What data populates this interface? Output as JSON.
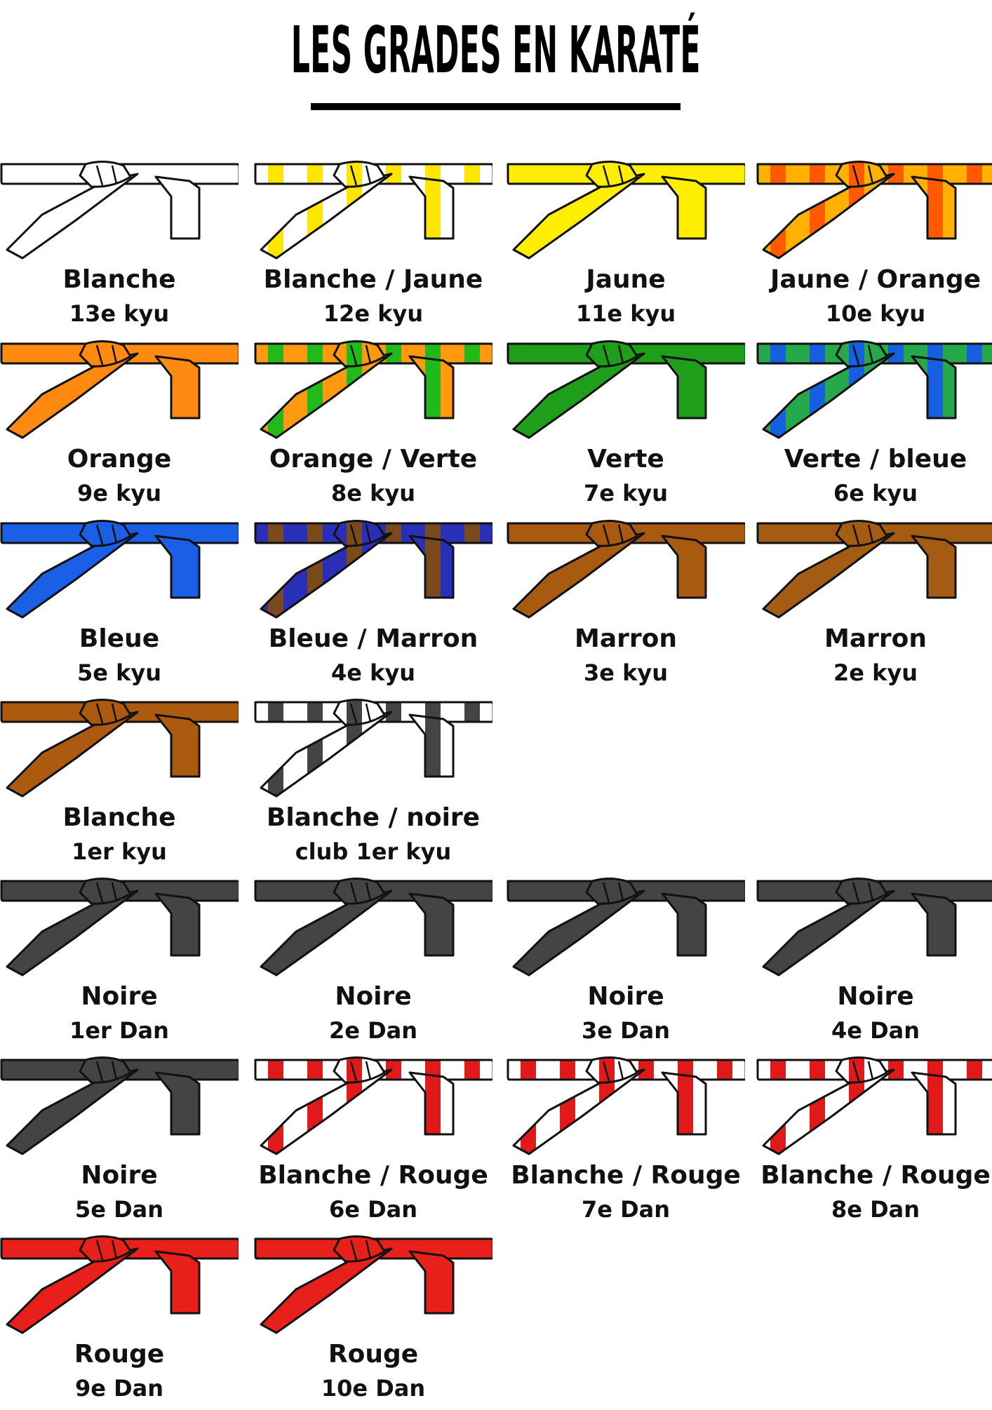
{
  "title": "LES GRADES EN KARATÉ",
  "belts": [
    {
      "name": "Blanche",
      "grade": "13e kyu",
      "colors": [
        "#ffffff"
      ],
      "pattern": "solid"
    },
    {
      "name": "Blanche / Jaune",
      "grade": "12e kyu",
      "colors": [
        "#ffffff",
        "#ffe600"
      ],
      "pattern": "stripes"
    },
    {
      "name": "Jaune",
      "grade": "11e kyu",
      "colors": [
        "#ffee00"
      ],
      "pattern": "solid"
    },
    {
      "name": "Jaune / Orange",
      "grade": "10e kyu",
      "colors": [
        "#ffb000",
        "#ff5a00"
      ],
      "pattern": "stripes"
    },
    {
      "name": "Orange",
      "grade": "9e kyu",
      "colors": [
        "#ff8a12"
      ],
      "pattern": "solid"
    },
    {
      "name": "Orange / Verte",
      "grade": "8e kyu",
      "colors": [
        "#ff9a10",
        "#22b91c"
      ],
      "pattern": "stripes"
    },
    {
      "name": "Verte",
      "grade": "7e kyu",
      "colors": [
        "#1f9e1b"
      ],
      "pattern": "solid"
    },
    {
      "name": "Verte / bleue",
      "grade": "6e kyu",
      "colors": [
        "#27a84a",
        "#1660e0"
      ],
      "pattern": "stripes"
    },
    {
      "name": "Bleue",
      "grade": "5e kyu",
      "colors": [
        "#1a5fe6"
      ],
      "pattern": "solid"
    },
    {
      "name": "Bleue / Marron",
      "grade": "4e kyu",
      "colors": [
        "#2a2fb8",
        "#7a4a1c"
      ],
      "pattern": "stripes"
    },
    {
      "name": "Marron",
      "grade": "3e kyu",
      "colors": [
        "#a85a10"
      ],
      "pattern": "solid"
    },
    {
      "name": "Marron",
      "grade": "2e kyu",
      "colors": [
        "#a45c14"
      ],
      "pattern": "solid"
    },
    {
      "name": "Blanche",
      "grade": "1er kyu",
      "colors": [
        "#ac5a10"
      ],
      "pattern": "solid"
    },
    {
      "name": "Blanche / noire",
      "grade": "club 1er kyu",
      "colors": [
        "#ffffff",
        "#444444"
      ],
      "pattern": "stripes"
    },
    {
      "name": "Noire",
      "grade": "1er Dan",
      "colors": [
        "#444444"
      ],
      "pattern": "solid"
    },
    {
      "name": "Noire",
      "grade": "2e Dan",
      "colors": [
        "#444444"
      ],
      "pattern": "solid"
    },
    {
      "name": "Noire",
      "grade": "3e Dan",
      "colors": [
        "#444444"
      ],
      "pattern": "solid"
    },
    {
      "name": "Noire",
      "grade": "4e Dan",
      "colors": [
        "#444444"
      ],
      "pattern": "solid"
    },
    {
      "name": "Noire",
      "grade": "5e Dan",
      "colors": [
        "#444444"
      ],
      "pattern": "solid"
    },
    {
      "name": "Blanche / Rouge",
      "grade": "6e Dan",
      "colors": [
        "#ffffff",
        "#e01a1a"
      ],
      "pattern": "stripes"
    },
    {
      "name": "Blanche / Rouge",
      "grade": "7e Dan",
      "colors": [
        "#ffffff",
        "#e01a1a"
      ],
      "pattern": "stripes"
    },
    {
      "name": "Blanche / Rouge",
      "grade": "8e Dan",
      "colors": [
        "#ffffff",
        "#e01a1a"
      ],
      "pattern": "stripes"
    },
    {
      "name": "Rouge",
      "grade": "9e Dan",
      "colors": [
        "#e8201c"
      ],
      "pattern": "solid"
    },
    {
      "name": "Rouge",
      "grade": "10e Dan",
      "colors": [
        "#e8201c"
      ],
      "pattern": "solid"
    }
  ]
}
